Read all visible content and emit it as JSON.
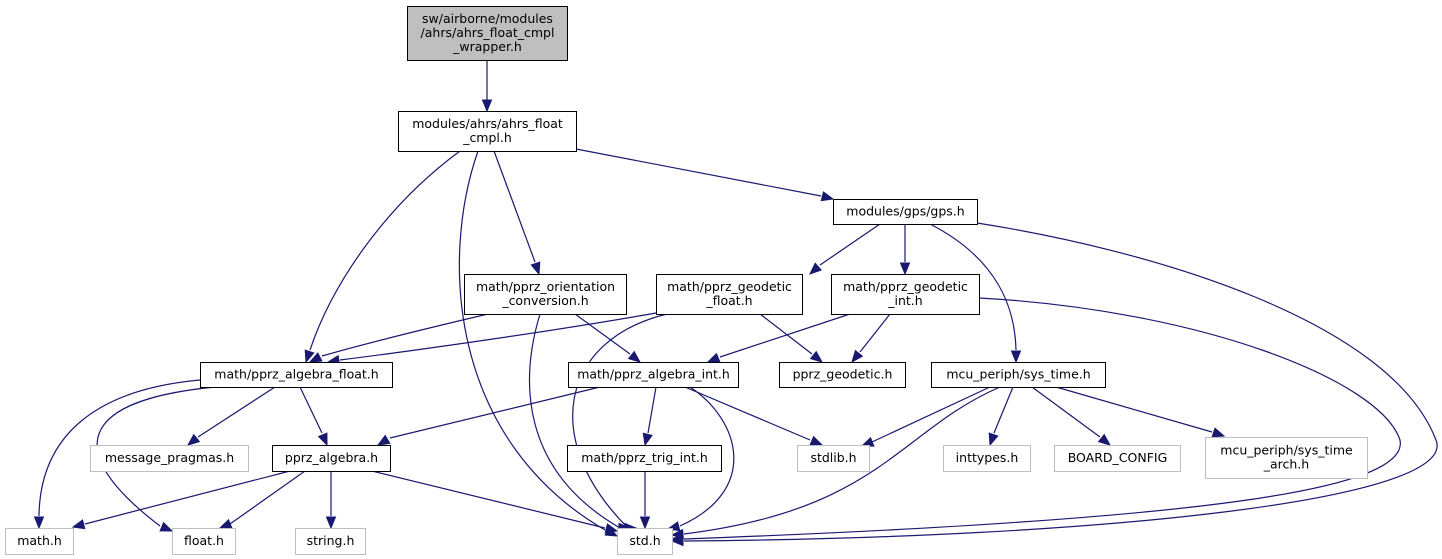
{
  "diagram": {
    "title": "include dependency graph for ahrs_float_cmpl_wrapper.h",
    "colors": {
      "edge": "#191970",
      "root_fill": "#bfbfbf",
      "root_border": "#000000",
      "documented_border": "#000000",
      "external_border": "#bfbfbf",
      "node_fill": "#ffffff"
    },
    "nodes": [
      {
        "id": "root",
        "lines": [
          "sw/airborne/modules",
          "/ahrs/ahrs_float_cmpl",
          "_wrapper.h"
        ],
        "kind": "root"
      },
      {
        "id": "ahrs_float_cmpl",
        "lines": [
          "modules/ahrs/ahrs_float",
          "_cmpl.h"
        ],
        "kind": "documented"
      },
      {
        "id": "gps",
        "lines": [
          "modules/gps/gps.h"
        ],
        "kind": "documented"
      },
      {
        "id": "orientation_conversion",
        "lines": [
          "math/pprz_orientation",
          "_conversion.h"
        ],
        "kind": "documented"
      },
      {
        "id": "geodetic_float",
        "lines": [
          "math/pprz_geodetic",
          "_float.h"
        ],
        "kind": "documented"
      },
      {
        "id": "geodetic_int",
        "lines": [
          "math/pprz_geodetic",
          "_int.h"
        ],
        "kind": "documented"
      },
      {
        "id": "algebra_float",
        "lines": [
          "math/pprz_algebra_float.h"
        ],
        "kind": "documented"
      },
      {
        "id": "algebra_int",
        "lines": [
          "math/pprz_algebra_int.h"
        ],
        "kind": "documented"
      },
      {
        "id": "pprz_geodetic",
        "lines": [
          "pprz_geodetic.h"
        ],
        "kind": "documented"
      },
      {
        "id": "sys_time",
        "lines": [
          "mcu_periph/sys_time.h"
        ],
        "kind": "documented"
      },
      {
        "id": "message_pragmas",
        "lines": [
          "message_pragmas.h"
        ],
        "kind": "external"
      },
      {
        "id": "pprz_algebra",
        "lines": [
          "pprz_algebra.h"
        ],
        "kind": "documented"
      },
      {
        "id": "trig_int",
        "lines": [
          "math/pprz_trig_int.h"
        ],
        "kind": "documented"
      },
      {
        "id": "stdlib",
        "lines": [
          "stdlib.h"
        ],
        "kind": "external"
      },
      {
        "id": "inttypes",
        "lines": [
          "inttypes.h"
        ],
        "kind": "external"
      },
      {
        "id": "board_config",
        "lines": [
          "BOARD_CONFIG"
        ],
        "kind": "external"
      },
      {
        "id": "sys_time_arch",
        "lines": [
          "mcu_periph/sys_time",
          "_arch.h"
        ],
        "kind": "external"
      },
      {
        "id": "math",
        "lines": [
          "math.h"
        ],
        "kind": "external"
      },
      {
        "id": "float",
        "lines": [
          "float.h"
        ],
        "kind": "external"
      },
      {
        "id": "string",
        "lines": [
          "string.h"
        ],
        "kind": "external"
      },
      {
        "id": "std",
        "lines": [
          "std.h"
        ],
        "kind": "external"
      }
    ],
    "edges": [
      {
        "from": "root",
        "to": "ahrs_float_cmpl"
      },
      {
        "from": "ahrs_float_cmpl",
        "to": "algebra_float"
      },
      {
        "from": "ahrs_float_cmpl",
        "to": "std"
      },
      {
        "from": "ahrs_float_cmpl",
        "to": "orientation_conversion"
      },
      {
        "from": "ahrs_float_cmpl",
        "to": "gps"
      },
      {
        "from": "gps",
        "to": "geodetic_float"
      },
      {
        "from": "gps",
        "to": "geodetic_int"
      },
      {
        "from": "gps",
        "to": "sys_time"
      },
      {
        "from": "gps",
        "to": "std"
      },
      {
        "from": "orientation_conversion",
        "to": "algebra_float"
      },
      {
        "from": "orientation_conversion",
        "to": "std"
      },
      {
        "from": "orientation_conversion",
        "to": "algebra_int"
      },
      {
        "from": "geodetic_float",
        "to": "algebra_float"
      },
      {
        "from": "geodetic_float",
        "to": "std"
      },
      {
        "from": "geodetic_float",
        "to": "pprz_geodetic"
      },
      {
        "from": "geodetic_int",
        "to": "algebra_int"
      },
      {
        "from": "geodetic_int",
        "to": "pprz_geodetic"
      },
      {
        "from": "geodetic_int",
        "to": "std"
      },
      {
        "from": "algebra_float",
        "to": "math"
      },
      {
        "from": "algebra_float",
        "to": "float"
      },
      {
        "from": "algebra_float",
        "to": "message_pragmas"
      },
      {
        "from": "algebra_float",
        "to": "pprz_algebra"
      },
      {
        "from": "algebra_int",
        "to": "pprz_algebra"
      },
      {
        "from": "algebra_int",
        "to": "trig_int"
      },
      {
        "from": "algebra_int",
        "to": "stdlib"
      },
      {
        "from": "algebra_int",
        "to": "std"
      },
      {
        "from": "pprz_algebra",
        "to": "math"
      },
      {
        "from": "pprz_algebra",
        "to": "float"
      },
      {
        "from": "pprz_algebra",
        "to": "string"
      },
      {
        "from": "pprz_algebra",
        "to": "std"
      },
      {
        "from": "trig_int",
        "to": "std"
      },
      {
        "from": "sys_time",
        "to": "stdlib"
      },
      {
        "from": "sys_time",
        "to": "std"
      },
      {
        "from": "sys_time",
        "to": "inttypes"
      },
      {
        "from": "sys_time",
        "to": "board_config"
      },
      {
        "from": "sys_time",
        "to": "sys_time_arch"
      }
    ]
  }
}
